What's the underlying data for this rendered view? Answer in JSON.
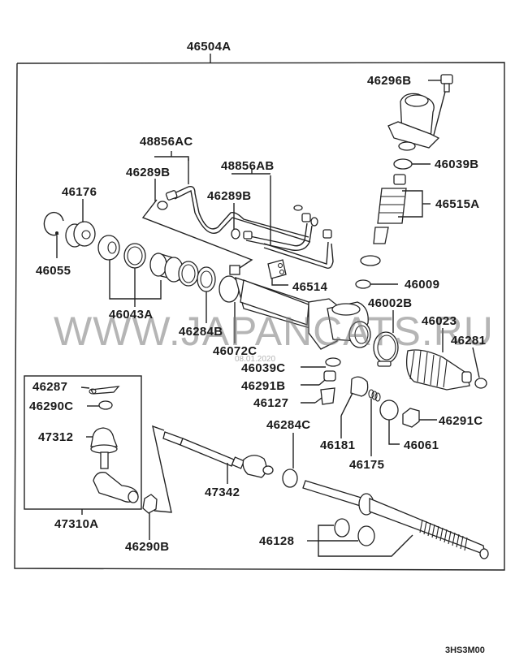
{
  "diagram": {
    "assembly_label": "46504A",
    "drawing_code": "3HS3M00",
    "watermark": "WWW.JAPANCATS.RU",
    "watermark_date": "08.01.2020",
    "labels": {
      "p46296B": "46296B",
      "p46039B": "46039B",
      "p46515A": "46515A",
      "p48856AC": "48856AC",
      "p46289B_1": "46289B",
      "p48856AB": "48856AB",
      "p46289B_2": "46289B",
      "p46176": "46176",
      "p46055": "46055",
      "p46043A": "46043A",
      "p46514": "46514",
      "p46009": "46009",
      "p46002B": "46002B",
      "p46023": "46023",
      "p46281": "46281",
      "p46284B": "46284B",
      "p46072C": "46072C",
      "p46039C": "46039C",
      "p46291B": "46291B",
      "p46127": "46127",
      "p46287": "46287",
      "p46290C": "46290C",
      "p47312": "47312",
      "p47310A": "47310A",
      "p46290B": "46290B",
      "p47342": "47342",
      "p46284C": "46284C",
      "p46181": "46181",
      "p46175": "46175",
      "p46061": "46061",
      "p46291C": "46291C",
      "p46128": "46128"
    }
  }
}
